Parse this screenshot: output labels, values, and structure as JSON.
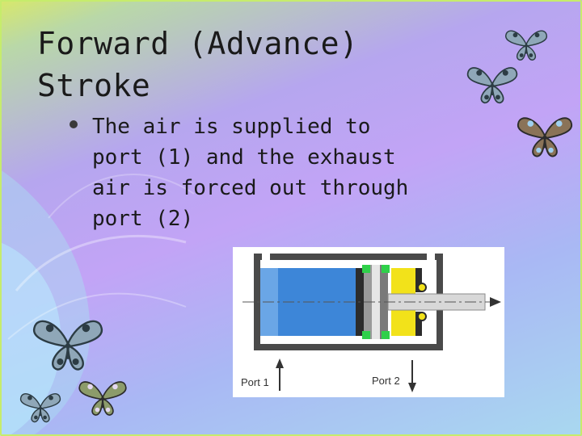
{
  "slide": {
    "title": "Forward (Advance)\nStroke",
    "bullet": "The air is supplied to port (1) and the exhaust air is forced out through port (2)"
  },
  "diagram": {
    "port1_label": "Port 1",
    "port2_label": "Port 2"
  },
  "colors": {
    "border": "#c6ec6c",
    "piston_blue": "#3d86d8",
    "exhaust_yellow": "#f2e21a",
    "seal_green": "#2fd04a",
    "cylinder_gray": "#4a4a4a"
  },
  "icons": [
    "butterfly-icon",
    "bullet-icon",
    "arrow-up-icon",
    "arrow-down-icon"
  ]
}
